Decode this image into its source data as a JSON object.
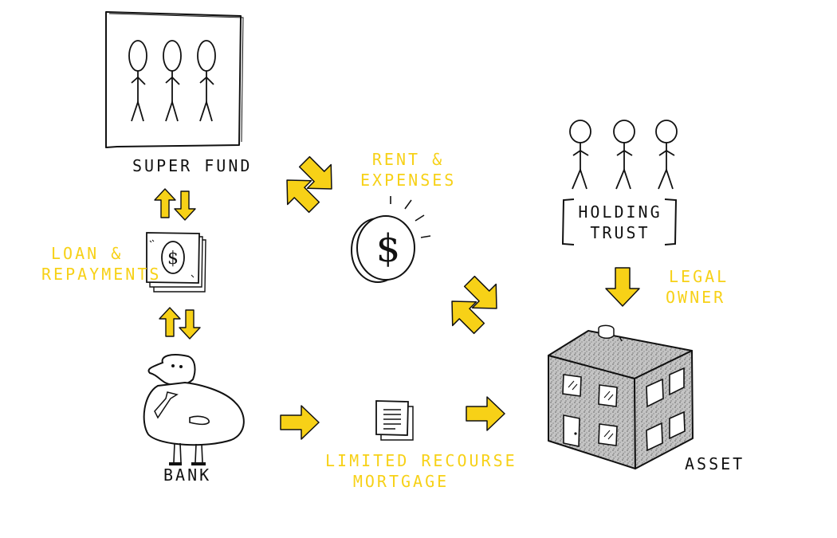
{
  "colors": {
    "accent": "#f7d117",
    "ink": "#111111",
    "building_fill": "#bdbdbd"
  },
  "labels": {
    "super_fund": "SUPER  FUND",
    "rent_expenses_line1": "RENT  &",
    "rent_expenses_line2": "EXPENSES",
    "holding_trust_line1": "HOLDING",
    "holding_trust_line2": "TRUST",
    "loan_repayments_line1": "LOAN  &",
    "loan_repayments_line2": "REPAYMENTS",
    "legal_owner_line1": "LEGAL",
    "legal_owner_line2": "OWNER",
    "bank": "BANK",
    "limited_recourse_line1": "LIMITED  RECOURSE",
    "limited_recourse_line2": "MORTGAGE",
    "asset": "ASSET"
  },
  "icons": {
    "super_fund": "stick-figures-in-box-icon",
    "holding_trust": "stick-figures-icon",
    "coin": "dollar-coin-icon",
    "banknotes": "banknotes-icon",
    "banker": "banker-figure-icon",
    "document": "document-icon",
    "building": "building-icon",
    "arrows": "arrow-icon"
  }
}
